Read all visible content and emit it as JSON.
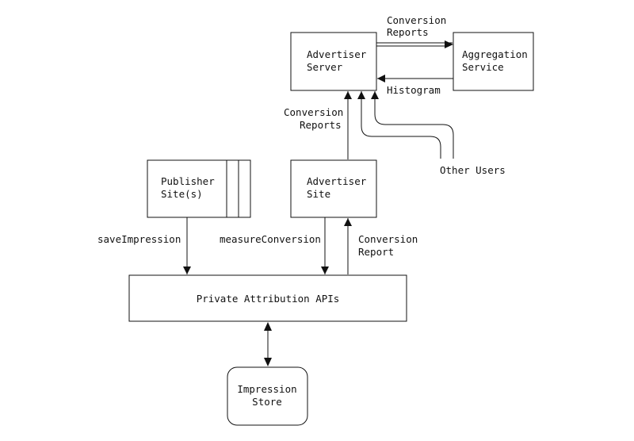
{
  "nodes": {
    "advertiser_server": {
      "line1": "Advertiser",
      "line2": "Server"
    },
    "aggregation_service": {
      "line1": "Aggregation",
      "line2": "Service"
    },
    "publisher_sites": {
      "line1": "Publisher",
      "line2": "Site(s)"
    },
    "advertiser_site": {
      "line1": "Advertiser",
      "line2": "Site"
    },
    "private_attribution_apis": {
      "label": "Private Attribution APIs"
    },
    "impression_store": {
      "line1": "Impression",
      "line2": "Store"
    }
  },
  "edges": {
    "conversion_reports_top": {
      "line1": "Conversion",
      "line2": "Reports"
    },
    "histogram": {
      "label": "Histogram"
    },
    "conversion_reports_mid": {
      "line1": "Conversion",
      "line2": "Reports"
    },
    "other_users": {
      "label": "Other Users"
    },
    "save_impression": {
      "label": "saveImpression"
    },
    "measure_conversion": {
      "label": "measureConversion"
    },
    "conversion_report": {
      "line1": "Conversion",
      "line2": "Report"
    }
  }
}
